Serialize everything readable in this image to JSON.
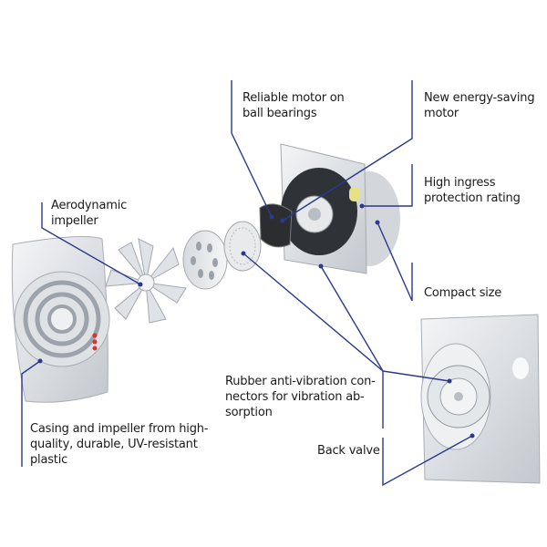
{
  "labels": {
    "reliable_motor": [
      "Reliable motor on",
      "ball bearings"
    ],
    "energy_saving": [
      "New energy-saving",
      "motor"
    ],
    "ingress": [
      "High ingress",
      "protection rating"
    ],
    "aerodynamic": [
      "Aerodynamic",
      "impeller"
    ],
    "compact": [
      "Compact size"
    ],
    "rubber": [
      "Rubber anti-vibration con-",
      "nectors for vibration ab-",
      "sorption"
    ],
    "casing": [
      "Casing and impeller from high-",
      "quality, durable, UV-resistant",
      "plastic"
    ],
    "back_valve": [
      "Back valve"
    ]
  },
  "colors": {
    "leader": "#2a3990",
    "part": "#e4e7ea",
    "shade": "#b9bec4",
    "dark": "#3a3d42",
    "led": "#d9342b"
  }
}
